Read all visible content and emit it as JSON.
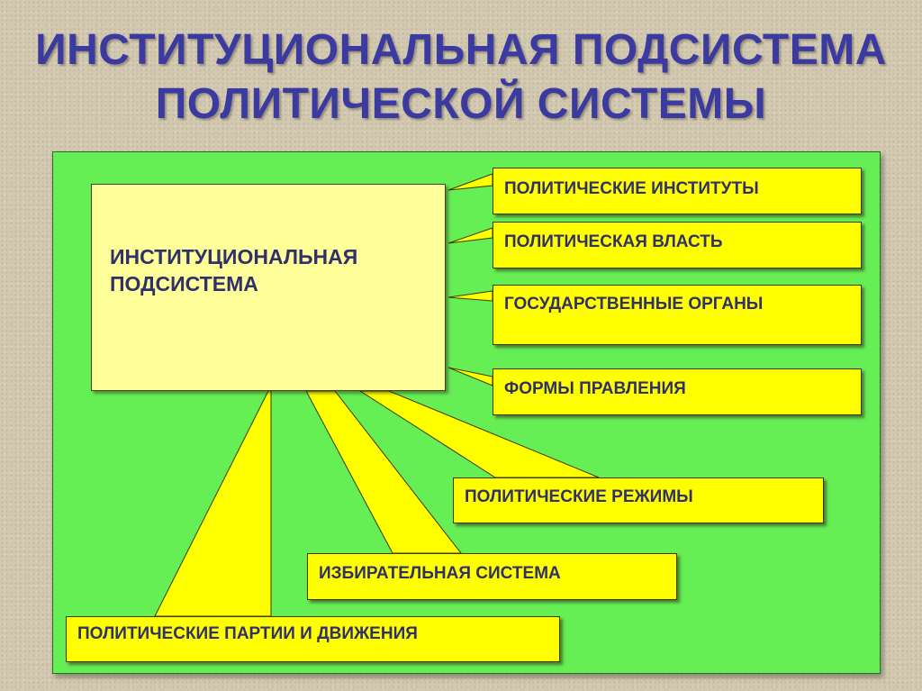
{
  "title": {
    "line1": "ИНСТИТУЦИОНАЛЬНАЯ ПОДСИСТЕМА",
    "line2": "ПОЛИТИЧЕСКОЙ СИСТЕМЫ"
  },
  "center_box": {
    "line1": "ИНСТИТУЦИОНАЛЬНАЯ",
    "line2": "ПОДСИСТЕМА"
  },
  "right_items": [
    "ПОЛИТИЧЕСКИЕ ИНСТИТУТЫ",
    "ПОЛИТИЧЕСКАЯ ВЛАСТЬ",
    "ГОСУДАРСТВЕННЫЕ ОРГАНЫ",
    "ФОРМЫ ПРАВЛЕНИЯ"
  ],
  "bottom_items": [
    "ПОЛИТИЧЕСКИЕ РЕЖИМЫ",
    "ИЗБИРАТЕЛЬНАЯ СИСТЕМА",
    "ПОЛИТИЧЕСКИЕ ПАРТИИ И ДВИЖЕНИЯ"
  ],
  "colors": {
    "background": "#d2c8b0",
    "title_text": "#3a3aa0",
    "panel": "#66ee55",
    "center_box": "#ffff99",
    "callout_box": "#ffff00",
    "box_text": "#30306a"
  }
}
